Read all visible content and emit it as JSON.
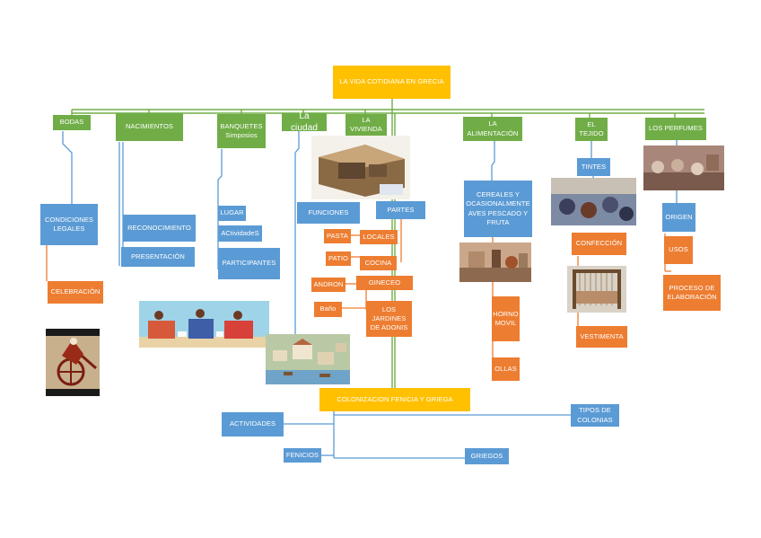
{
  "title": "LA VIDA COTIDIANA EN GRECIA",
  "colors": {
    "green": "#70ad47",
    "blue": "#5b9bd5",
    "orange": "#ed7d31",
    "yellow": "#ffc000"
  },
  "branches": {
    "bodas": "BODAS",
    "nacimientos": "NACIMIENTOS",
    "banquetes": "BANQUETES Simposios",
    "ciudad": "La ciudad",
    "vivienda": "LA VIVIENDA",
    "alimentacion": "LA ALIMENTACIÓN",
    "tejido": "EL TEJIDO",
    "perfumes": "LOS PERFUMES"
  },
  "bodas": {
    "condiciones": "CONDICIONES LEGALES",
    "celebracion": "CELEBRACIÓN"
  },
  "nacimientos": {
    "reconocimiento": "RECONOCIMIENTO",
    "presentacion": "PRESENTACIÓN"
  },
  "banquetes": {
    "lugar": "LUGAR",
    "actividades": "ACtividadeS",
    "participantes": "PARTICIPANTES"
  },
  "vivienda": {
    "funciones": "FUNCIONES",
    "partes": "PARTES",
    "pasta": "PASTA",
    "locales": "LOCALES",
    "patio": "PATIO",
    "cocina": "COCINA",
    "andron": "ANDRON",
    "gineceo": "GINECEO",
    "bano": "Baño",
    "jardines": "LOS JARDINES DE ADONIS"
  },
  "alimentacion": {
    "cereales": "CEREALES Y OCASIONALMENTE AVES PESCADO Y FRUTA",
    "horno": "HORNO MOVIL",
    "ollas": "OLLAS"
  },
  "tejido": {
    "tintes": "TINTES",
    "confeccion": "CONFECCIÓN",
    "vestimenta": "VESTIMENTA"
  },
  "perfumes": {
    "origen": "ORIGEN",
    "usos": "USOS",
    "proceso": "PROCESO DE ELABORACIÓN"
  },
  "colonizacion": {
    "title": "COLONIZACION FENICIA Y GRIEGA",
    "actividades": "ACTIVIDADES",
    "tipos": "TIPOS DE COLONIAS",
    "fenicios": "FENICIOS",
    "griegos": "GRIEGOS"
  },
  "images": [
    "chariot-vase-image",
    "banquet-painting-image",
    "city-illustration-image",
    "house-model-image",
    "kitchen-image",
    "dye-vats-image",
    "loom-image",
    "perfume-workshop-image"
  ]
}
